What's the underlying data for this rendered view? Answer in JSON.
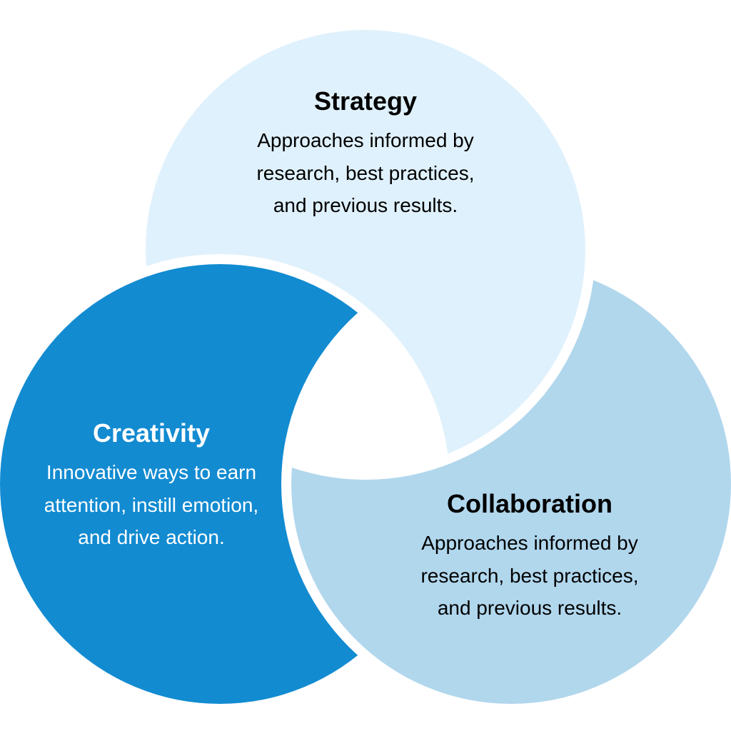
{
  "colors": {
    "strategy": "#dff1fc",
    "creativity": "#128bd1",
    "collaboration": "#b1d7ed"
  },
  "strategy": {
    "title": "Strategy",
    "lines": [
      "Approaches informed by",
      "research, best practices,",
      "and previous results."
    ]
  },
  "creativity": {
    "title": "Creativity",
    "lines": [
      "Innovative ways to earn",
      "attention, instill emotion,",
      "and drive action."
    ]
  },
  "collaboration": {
    "title": "Collaboration",
    "lines": [
      "Approaches informed by",
      "research, best practices,",
      "and previous results."
    ]
  }
}
